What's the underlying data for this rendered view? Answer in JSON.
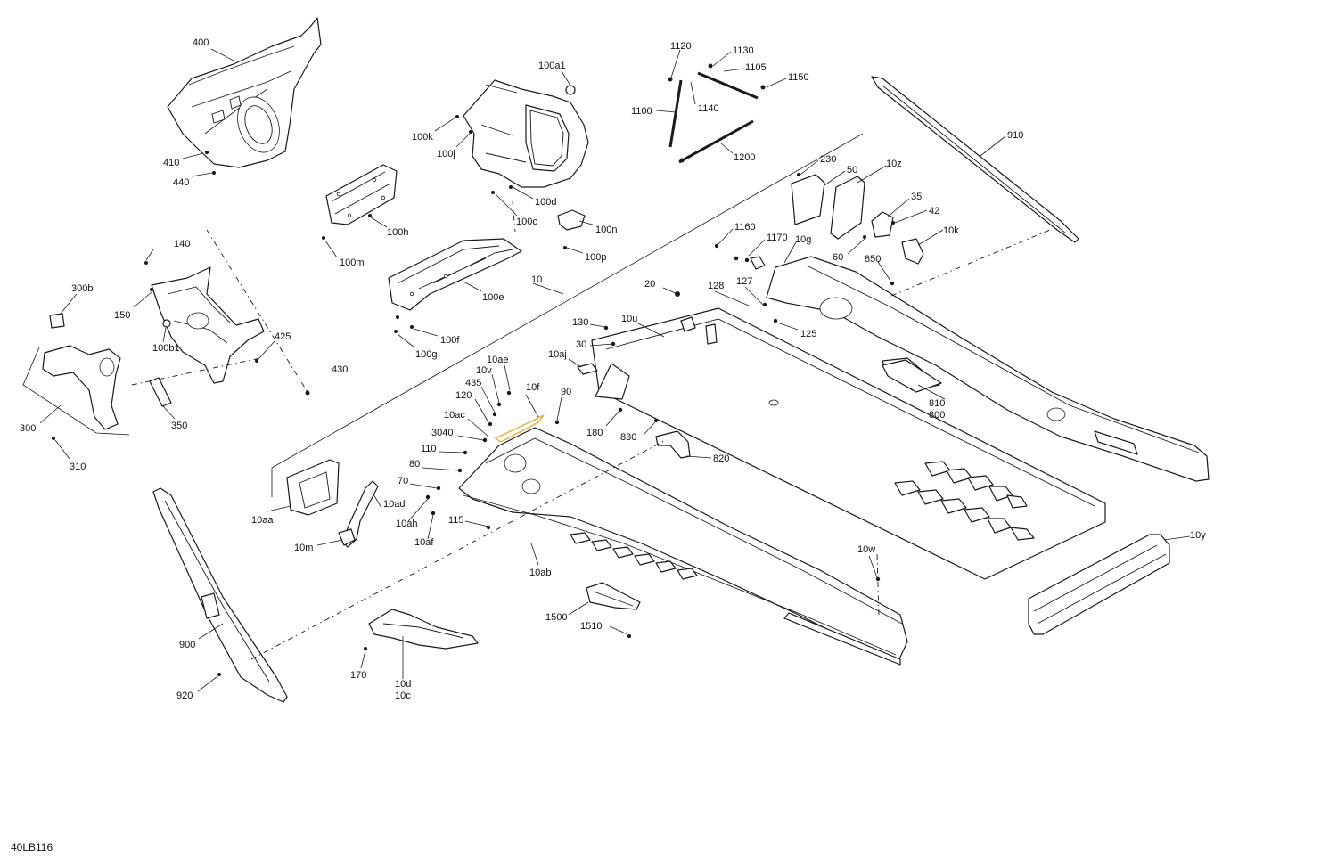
{
  "diagram_ref": "40LB116",
  "highlight_color": "#e8b64a",
  "callouts": {
    "c400": "400",
    "c410": "410",
    "c440": "440",
    "c100a1": "100a1",
    "c100k": "100k",
    "c100j": "100j",
    "c100d": "100d",
    "c100c": "100c",
    "c100n": "100n",
    "c100p": "100p",
    "c100h": "100h",
    "c100m": "100m",
    "c100e": "100e",
    "c100f": "100f",
    "c100g": "100g",
    "c1120": "1120",
    "c1130": "1130",
    "c1105": "1105",
    "c1150": "1150",
    "c1100": "1100",
    "c1140": "1140",
    "c1200": "1200",
    "c910": "910",
    "c230": "230",
    "c50": "50",
    "c10z": "10z",
    "c35": "35",
    "c42": "42",
    "c10k": "10k",
    "c1160": "1160",
    "c1170": "1170",
    "c10g": "10g",
    "c60": "60",
    "c850": "850",
    "c140": "140",
    "c300b": "300b",
    "c150": "150",
    "c100b1": "100b1",
    "c425": "425",
    "c430": "430",
    "c300": "300",
    "c310": "310",
    "c350": "350",
    "c10": "10",
    "c20": "20",
    "c128": "128",
    "c127": "127",
    "c125": "125",
    "c130": "130",
    "c10u": "10u",
    "c30": "30",
    "c10aj": "10aj",
    "c10ae": "10ae",
    "c10v": "10v",
    "c435": "435",
    "c10f": "10f",
    "c90": "90",
    "c120": "120",
    "c10ac": "10ac",
    "c3040": "3040",
    "c110": "110",
    "c80": "80",
    "c70": "70",
    "c180": "180",
    "c830": "830",
    "c820": "820",
    "c810": "810",
    "c800": "800",
    "c10aa": "10aa",
    "c10ad": "10ad",
    "c10m": "10m",
    "c10ah": "10ah",
    "c10af": "10af",
    "c115": "115",
    "c10ab": "10ab",
    "c10w": "10w",
    "c10y": "10y",
    "c1500": "1500",
    "c1510": "1510",
    "c170": "170",
    "c10d": "10d",
    "c10c": "10c",
    "c900": "900",
    "c920": "920"
  }
}
